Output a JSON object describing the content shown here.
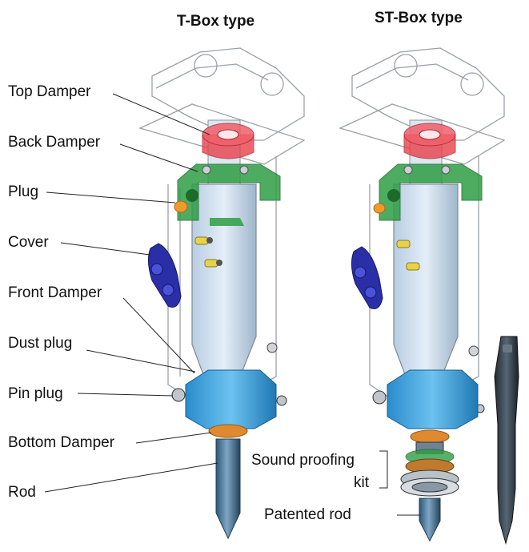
{
  "titles": {
    "left": "T-Box type",
    "right": "ST-Box type"
  },
  "labels": {
    "top_damper": "Top Damper",
    "back_damper": "Back Damper",
    "plug": "Plug",
    "cover": "Cover",
    "front_damper": "Front Damper",
    "dust_plug": "Dust plug",
    "pin_plug": "Pin plug",
    "bottom_damper": "Bottom Damper",
    "rod": "Rod",
    "sound_proofing_1": "Sound proofing",
    "sound_proofing_2": "kit",
    "patented_rod": "Patented  rod"
  },
  "colors": {
    "top_damper": "#e8404a",
    "back_damper": "#2e9e44",
    "plug": "#f09a2a",
    "cover": "#2a2fa8",
    "bottom_box": "#3aa6e0",
    "bottom_damper": "#e08a30",
    "rod": "#3d6e90",
    "body": "#cfe0f0",
    "outline": "#8a8f96"
  }
}
